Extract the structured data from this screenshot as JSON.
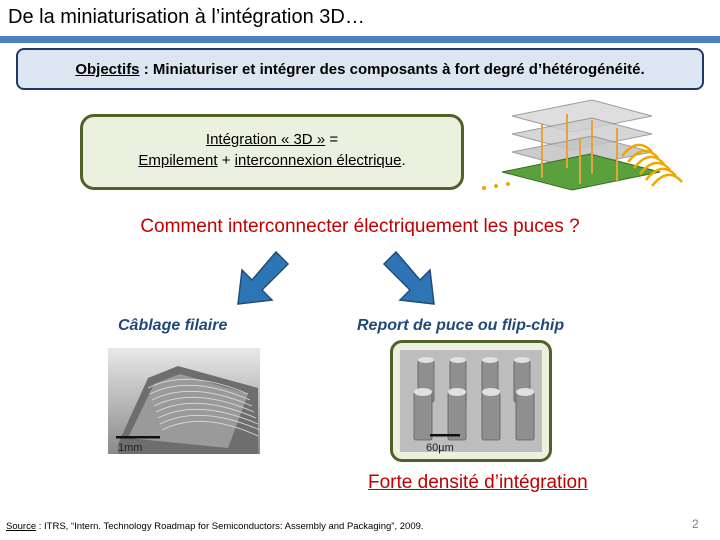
{
  "slide": {
    "title": "De la miniaturisation à l’intégration 3D…",
    "page_number": "2"
  },
  "objective": {
    "label": "Objectifs",
    "separator": " : ",
    "text": "Miniaturiser et intégrer des composants à fort degré d’hétérogénéité."
  },
  "integration": {
    "term": "Intégration « 3D »",
    "equals": " =",
    "part1": "Empilement",
    "plus": " + ",
    "part2": "interconnexion électrique",
    "period": "."
  },
  "question": "Comment interconnecter électriquement les puces ?",
  "methods": {
    "left_label": "Câblage filaire",
    "right_label": "Report de puce ou flip-chip"
  },
  "scales": {
    "left": "1mm",
    "right": "60µm"
  },
  "conclusion": "Forte densité d’intégration",
  "source": {
    "label": "Source",
    "text": " : ITRS, “Intern. Technology Roadmap for Semiconductors: Assembly and Packaging”, 2009."
  },
  "colors": {
    "accent_red": "#c00000",
    "title_bar": "#4f81bd",
    "label_blue": "#1f497d",
    "box_green": "#4f6228",
    "arrow_blue": "#2e75b6"
  }
}
